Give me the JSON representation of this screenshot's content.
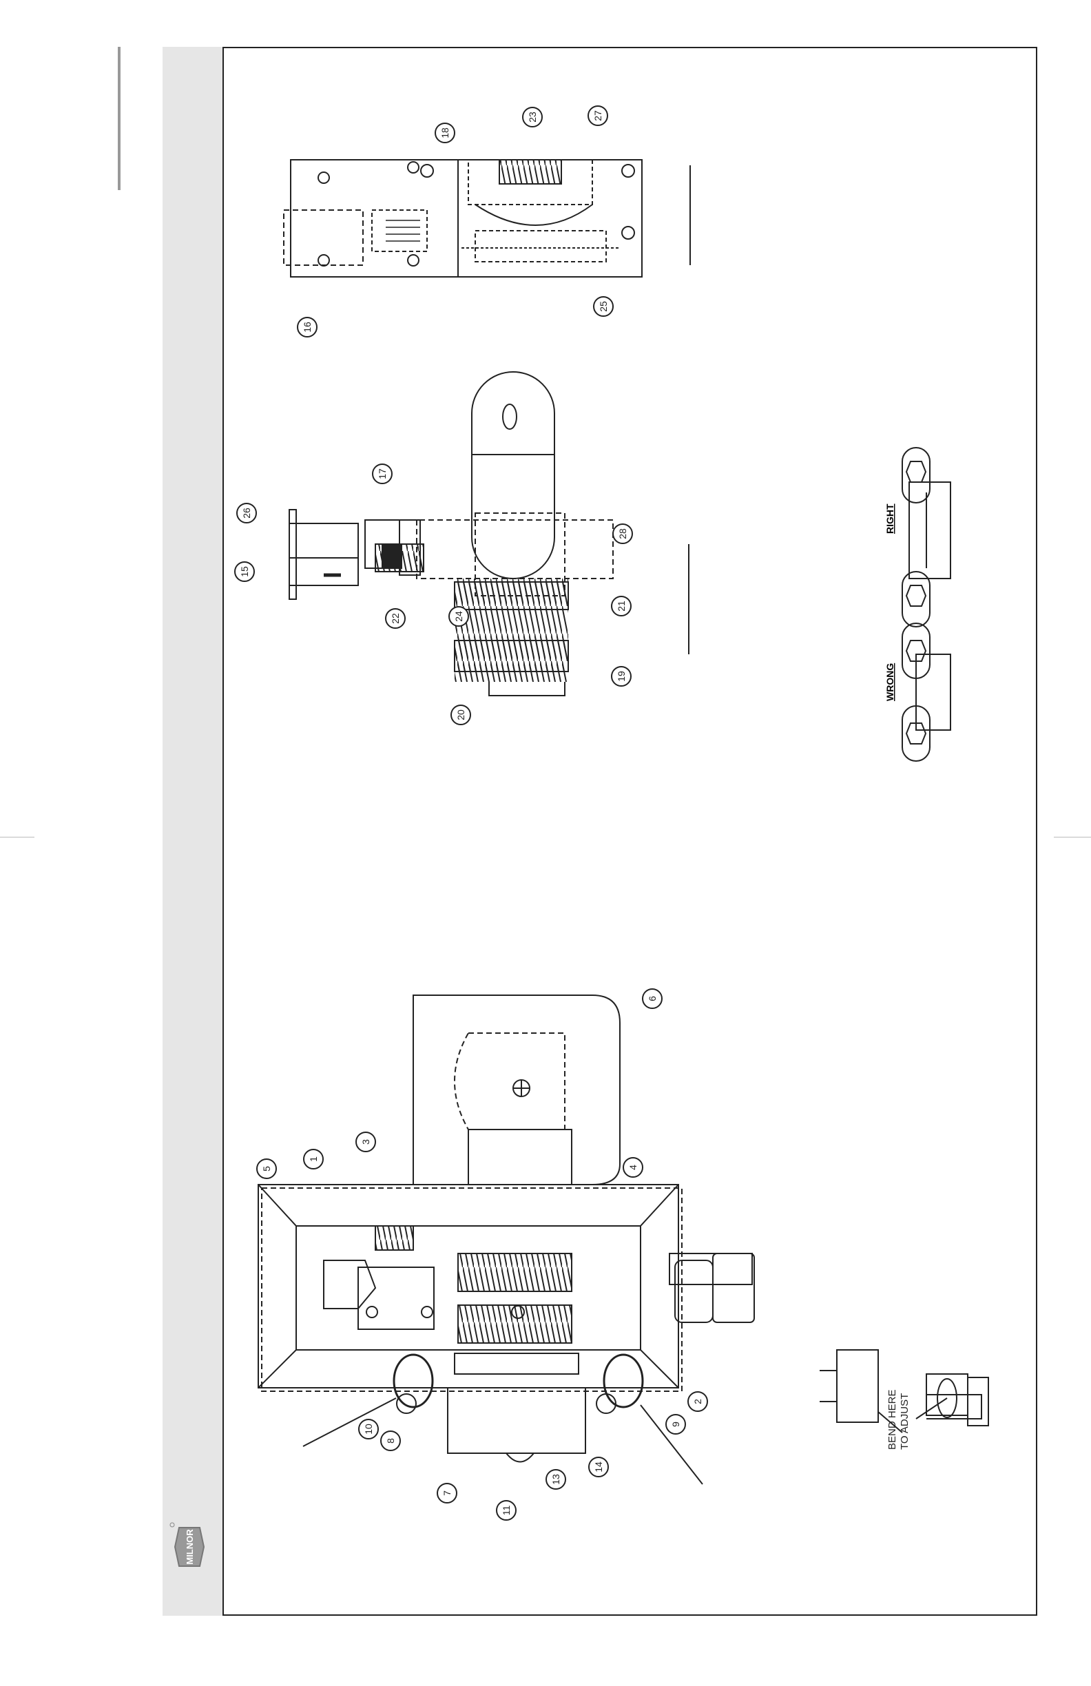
{
  "drawing": {
    "logo_text": "MILNOR",
    "labels": {
      "wrong": "WRONG",
      "right": "RIGHT",
      "bend_line1": "BEND HERE",
      "bend_line2": "TO ADJUST"
    },
    "callouts": {
      "c1": "1",
      "c2": "2",
      "c3": "3",
      "c4": "4",
      "c5": "5",
      "c6": "6",
      "c7": "7",
      "c8": "8",
      "c9": "9",
      "c10": "10",
      "c11": "11",
      "c13": "13",
      "c14": "14",
      "c15": "15",
      "c16": "16",
      "c17": "17",
      "c18": "18",
      "c19": "19",
      "c20": "20",
      "c21": "21",
      "c22": "22",
      "c23": "23",
      "c24": "24",
      "c25": "25",
      "c26": "26",
      "c27": "27",
      "c28": "28"
    }
  }
}
